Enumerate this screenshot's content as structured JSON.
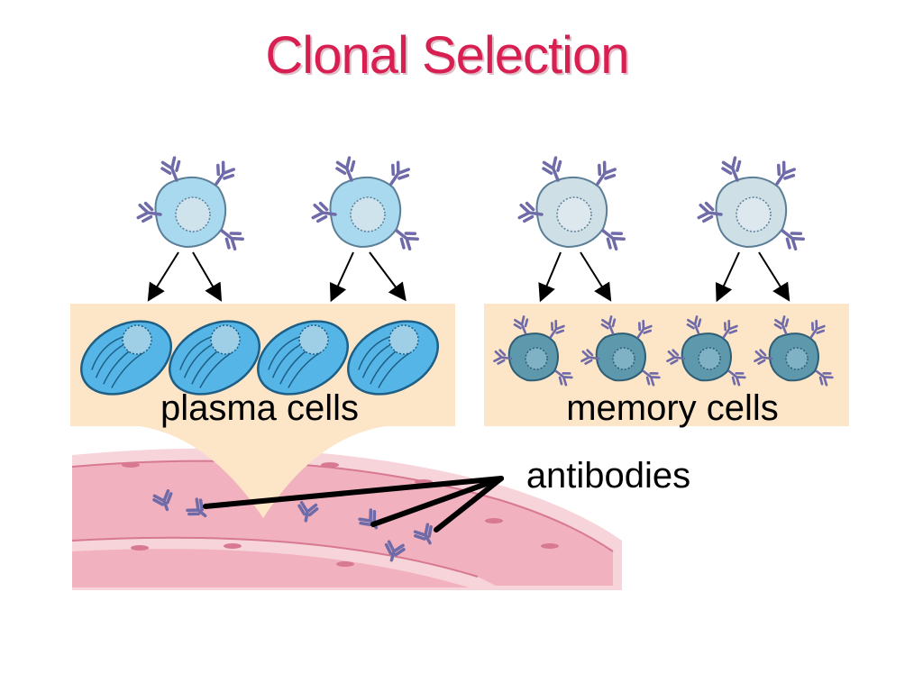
{
  "title": "Clonal Selection",
  "labels": {
    "plasma": "plasma cells",
    "memory": "memory cells",
    "antibodies": "antibodies"
  },
  "colors": {
    "title": "#d81f52",
    "panel": "#fde5c8",
    "vessel_wall": "#f3c6cf",
    "vessel_lumen": "#f4a6b6",
    "b_cell_fill": "#a8d9ef",
    "memory_parent_fill": "#cfdfe6",
    "plasma_fill": "#55b5e6",
    "memory_cell_fill": "#5d98ad",
    "receptor": "#6f6aa8",
    "arrow": "#000000"
  }
}
